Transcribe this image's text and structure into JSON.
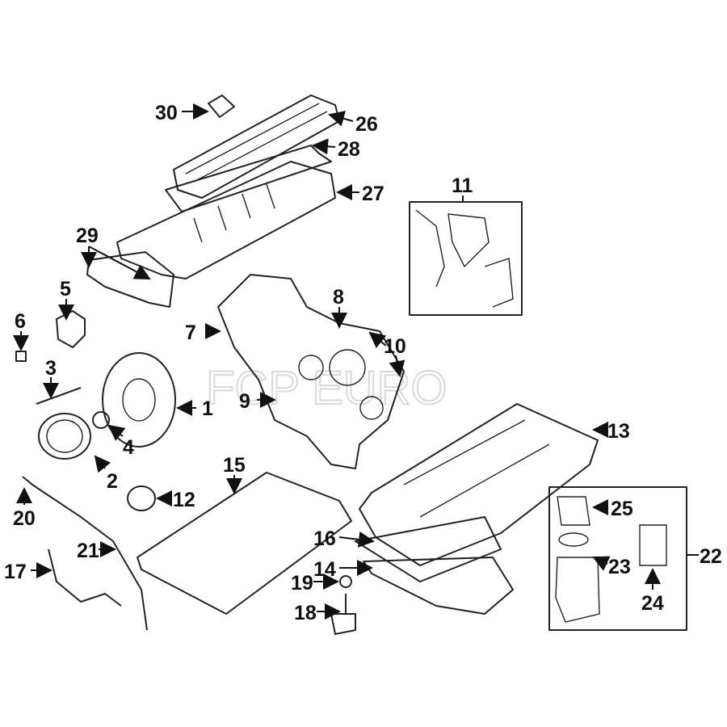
{
  "watermark": "FCP EURO",
  "callouts": [
    {
      "number": "1"
    },
    {
      "number": "2"
    },
    {
      "number": "3"
    },
    {
      "number": "4"
    },
    {
      "number": "5"
    },
    {
      "number": "6"
    },
    {
      "number": "7"
    },
    {
      "number": "8"
    },
    {
      "number": "9"
    },
    {
      "number": "10"
    },
    {
      "number": "11"
    },
    {
      "number": "12"
    },
    {
      "number": "13"
    },
    {
      "number": "14"
    },
    {
      "number": "15"
    },
    {
      "number": "16"
    },
    {
      "number": "17"
    },
    {
      "number": "18"
    },
    {
      "number": "19"
    },
    {
      "number": "20"
    },
    {
      "number": "21"
    },
    {
      "number": "22"
    },
    {
      "number": "23"
    },
    {
      "number": "24"
    },
    {
      "number": "25"
    },
    {
      "number": "26"
    },
    {
      "number": "27"
    },
    {
      "number": "28"
    },
    {
      "number": "29"
    },
    {
      "number": "30"
    }
  ]
}
